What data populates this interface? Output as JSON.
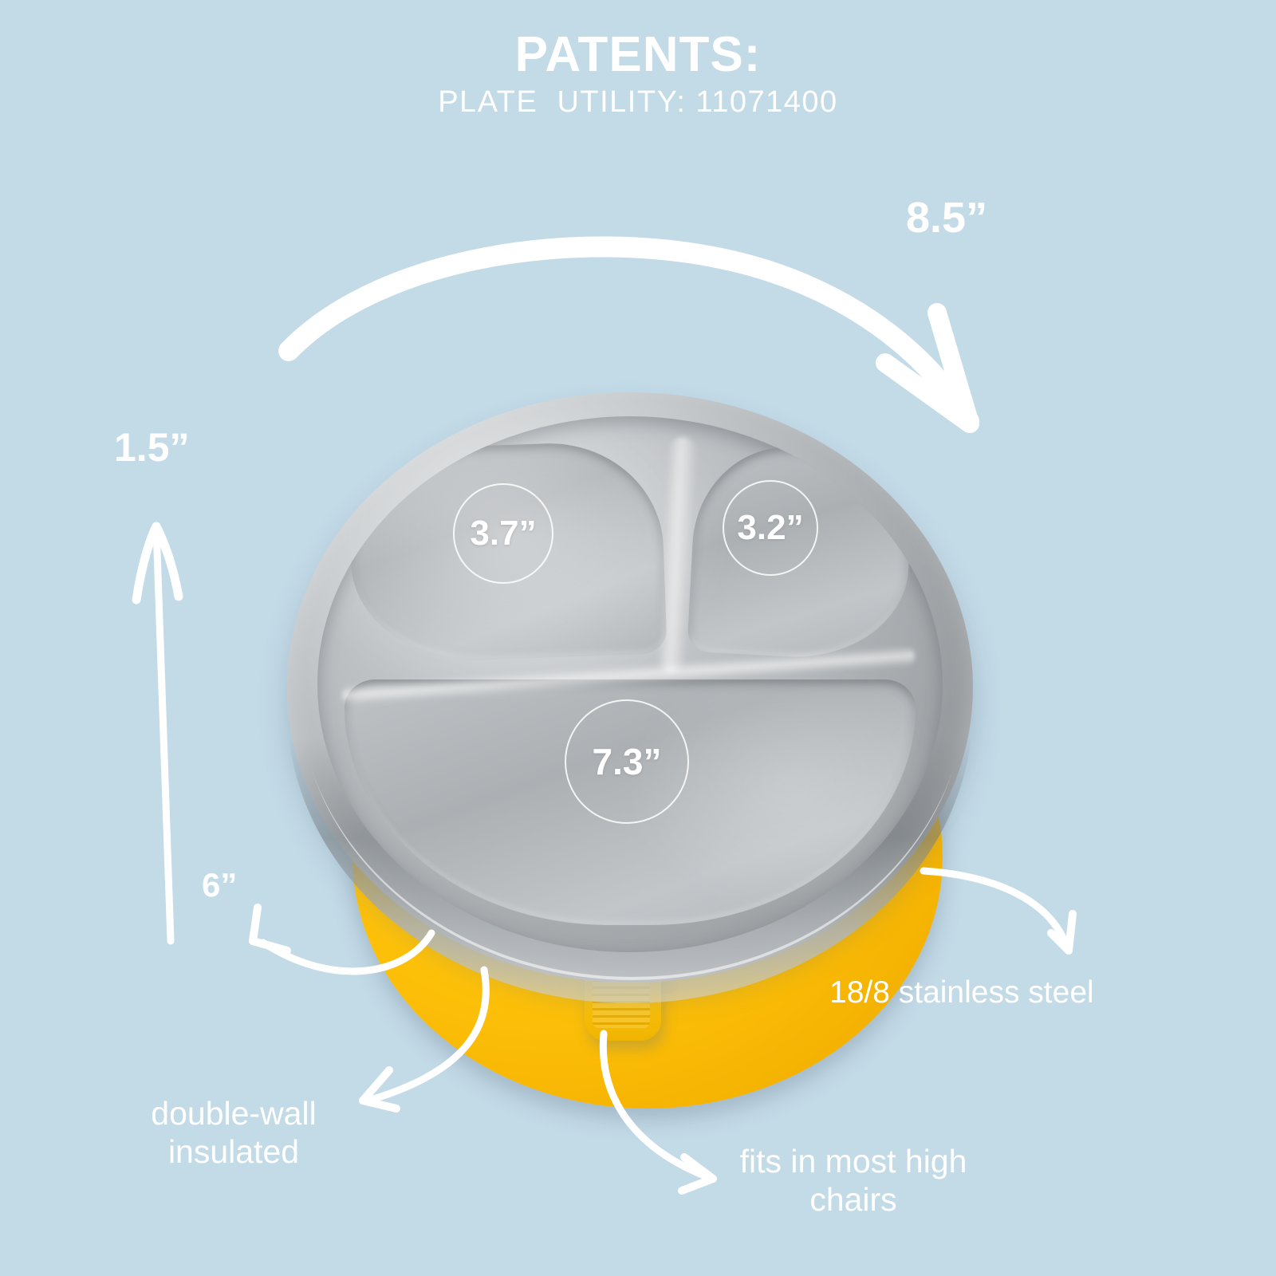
{
  "background_color": "#c3dae7",
  "accent_color": "#ffc40c",
  "text_color": "#ffffff",
  "header": {
    "title": "PATENTS:",
    "subtitle": "PLATE  UTILITY: 11071400"
  },
  "dimensions": {
    "overall_width": "8.5”",
    "overall_height": "1.5”",
    "base_width": "6”"
  },
  "compartments": [
    {
      "name": "left-compartment",
      "value": "3.7”"
    },
    {
      "name": "right-compartment",
      "value": "3.2”"
    },
    {
      "name": "bottom-compartment",
      "value": "7.3”"
    }
  ],
  "features": {
    "material": "18/8 stainless steel",
    "insulation": "double-wall\ninsulated",
    "fit": "fits in most high\nchairs"
  },
  "product": {
    "name": "divided stainless steel suction plate",
    "base_material": "yellow silicone suction base",
    "tab": "silicone release tab"
  },
  "arrows": [
    {
      "name": "width-arrow",
      "direction": "arc-right"
    },
    {
      "name": "height-arrow",
      "direction": "up"
    },
    {
      "name": "base-arrow",
      "direction": "curve-left"
    },
    {
      "name": "insulated-arrow",
      "direction": "curve-down-left"
    },
    {
      "name": "highchair-arrow",
      "direction": "curve-down-right"
    },
    {
      "name": "steel-arrow",
      "direction": "curve-down-right"
    }
  ]
}
